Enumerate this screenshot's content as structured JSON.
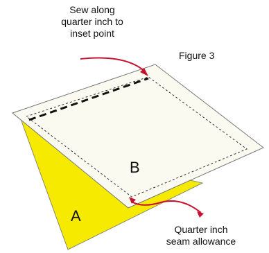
{
  "figure_label": "Figure 3",
  "callouts": {
    "top": "Sew along\nquarter inch to\ninset point",
    "bottom": "Quarter inch\nseam allowance"
  },
  "pieces": {
    "a": "A",
    "b": "B"
  },
  "colors": {
    "piece_a": "#f5ea00",
    "piece_b": "#fafaf0",
    "arrow": "#c8102e",
    "outline": "#777777",
    "seam": "#222222"
  }
}
